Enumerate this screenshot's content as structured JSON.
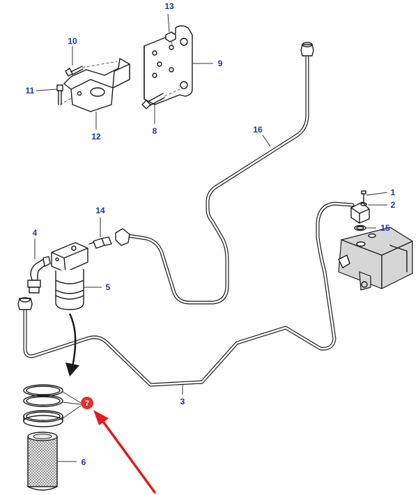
{
  "colors": {
    "callout_text": "#1a37a8",
    "highlight_badge": "#e53030",
    "arrow": "#e01b1b",
    "line": "#1a1a1a"
  },
  "callouts": {
    "c1": "1",
    "c2": "2",
    "c3": "3",
    "c4": "4",
    "c5": "5",
    "c6": "6",
    "c7": "7",
    "c8": "8",
    "c9": "9",
    "c10": "10",
    "c11": "11",
    "c12": "12",
    "c13": "13",
    "c14": "14",
    "c15": "15",
    "c16": "16"
  }
}
